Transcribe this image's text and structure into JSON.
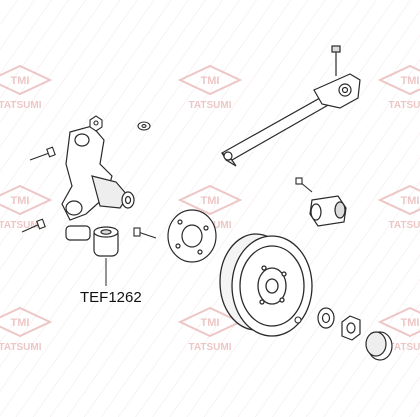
{
  "watermark": {
    "brand_logo": "TMI",
    "brand_name": "TATSUMI",
    "color": "#e8b4b4"
  },
  "callouts": [
    {
      "part_number": "TEF1262"
    }
  ],
  "colors": {
    "line": "#2a2a2a",
    "fill": "#ffffff",
    "shade": "#d9d9d9"
  }
}
